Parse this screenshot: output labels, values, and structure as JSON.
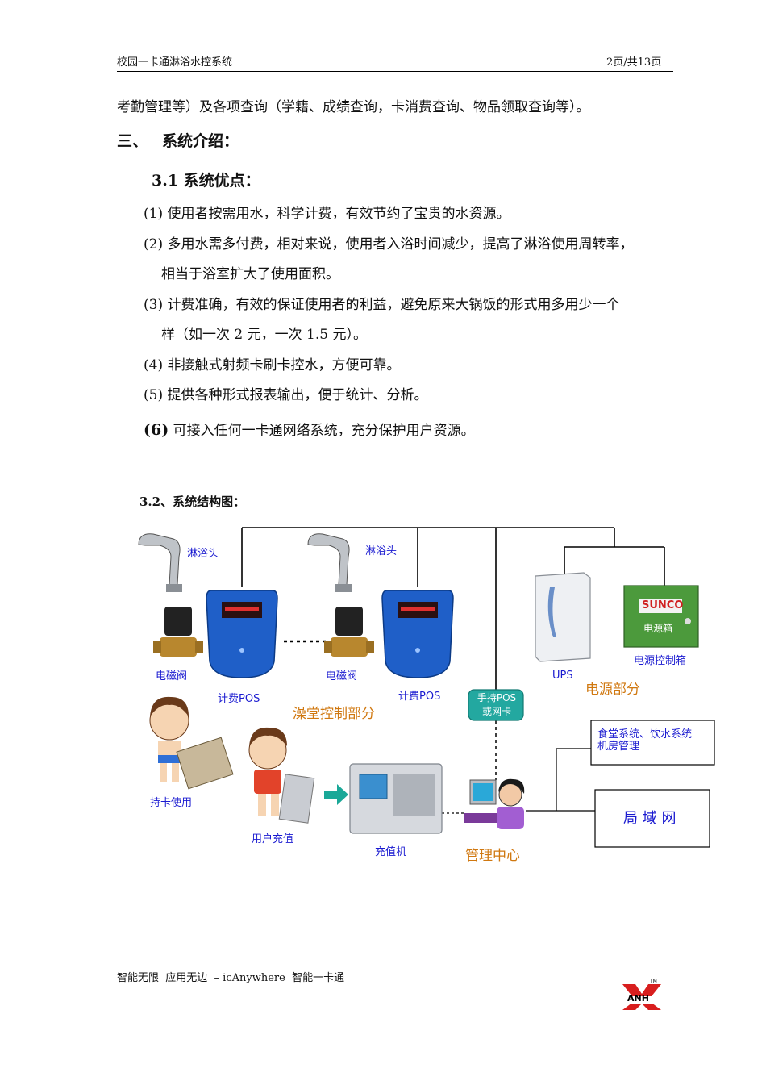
{
  "header": {
    "title": "校园一卡通淋浴水控系统",
    "page_info": "2页/共13页"
  },
  "body": {
    "intro": "考勤管理等）及各项查询（学籍、成绩查询，卡消费查询、物品领取查询等）。",
    "section3_num": "三、",
    "section3_title": "系统介绍：",
    "sub31": "3.1 系统优点：",
    "items": [
      "(1) 使用者按需用水，科学计费，有效节约了宝贵的水资源。",
      "(2) 多用水需多付费，相对来说，使用者入浴时间减少，提高了淋浴使用周转率，",
      "相当于浴室扩大了使用面积。",
      "(3) 计费准确，有效的保证使用者的利益，避免原来大锅饭的形式用多用少一个",
      "样（如一次 2 元，一次 1.5 元）。",
      "(4) 非接触式射频卡刷卡控水，方便可靠。",
      "(5) 提供各种形式报表输出，便于统计、分析。"
    ],
    "item6_num": "(6)",
    "item6_text": "可接入任何一卡通网络系统，充分保护用户资源。",
    "sub32": "3.2、系统结构图："
  },
  "diagram": {
    "shower1": "淋浴头",
    "shower2": "淋浴头",
    "valve1": "电磁阀",
    "valve2": "电磁阀",
    "pos1": "计费POS",
    "pos2": "计费POS",
    "bath_part": "澡堂控制部分",
    "handheld": "手持POS\n或网卡",
    "ups": "UPS",
    "power_box": "电源控制箱",
    "power_part": "电源部分",
    "sunco": "SUNCO",
    "sunco_sub": "电源箱",
    "card_use": "持卡使用",
    "user_recharge": "用户充值",
    "recharger": "充值机",
    "mgmt": "管理中心",
    "canteen": "食堂系统、饮水系统\n机房管理",
    "lan": "局 域 网"
  },
  "footer": {
    "slogan": "智能无限  应用无边  – icAnywhere  智能一卡通",
    "logo_text": "ANH",
    "tm": "TM"
  }
}
